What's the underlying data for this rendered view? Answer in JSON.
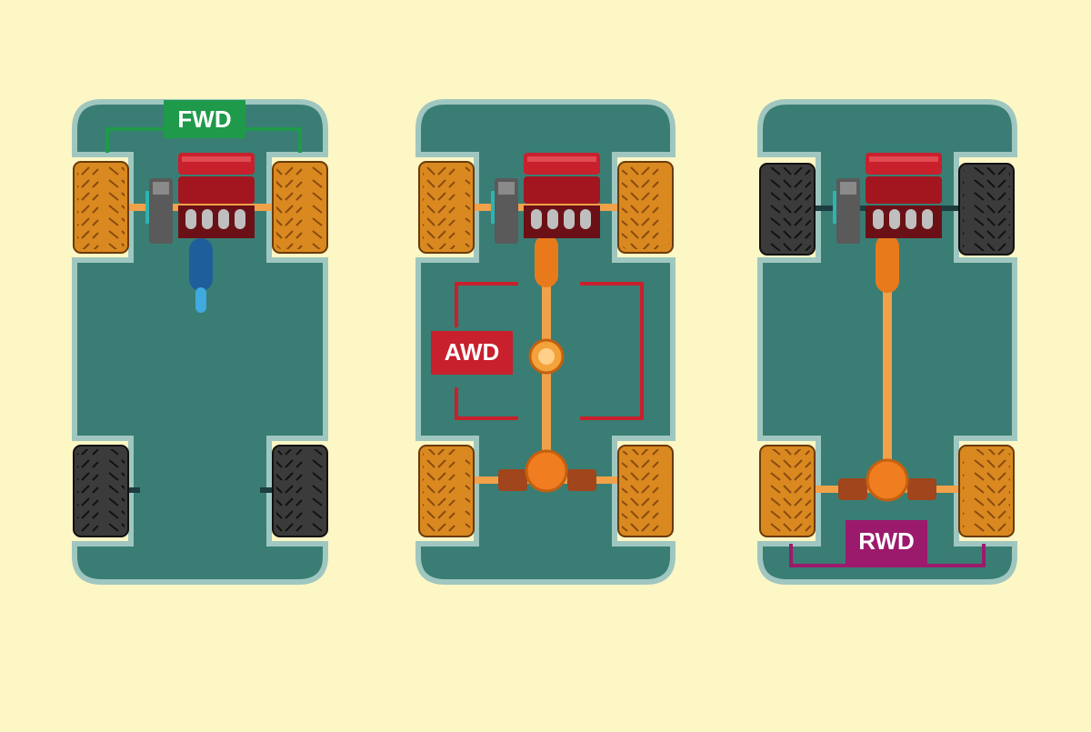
{
  "colors": {
    "background": "#fdf6c5",
    "chassis": "#3a7d74",
    "chassis_outline": "#9fc7c0",
    "driven_tire": "#d9891f",
    "idle_tire": "#3b3b3b",
    "engine": "#c8202c",
    "driveshaft": "#f0a14a",
    "fwd_accent": "#1f9a4a",
    "awd_accent": "#c8202c",
    "rwd_accent": "#9c1a6c"
  },
  "diagrams": [
    {
      "id": "fwd",
      "label": "FWD",
      "driven_axles": [
        "front"
      ]
    },
    {
      "id": "awd",
      "label": "AWD",
      "driven_axles": [
        "front",
        "rear"
      ]
    },
    {
      "id": "rwd",
      "label": "RWD",
      "driven_axles": [
        "rear"
      ]
    }
  ]
}
